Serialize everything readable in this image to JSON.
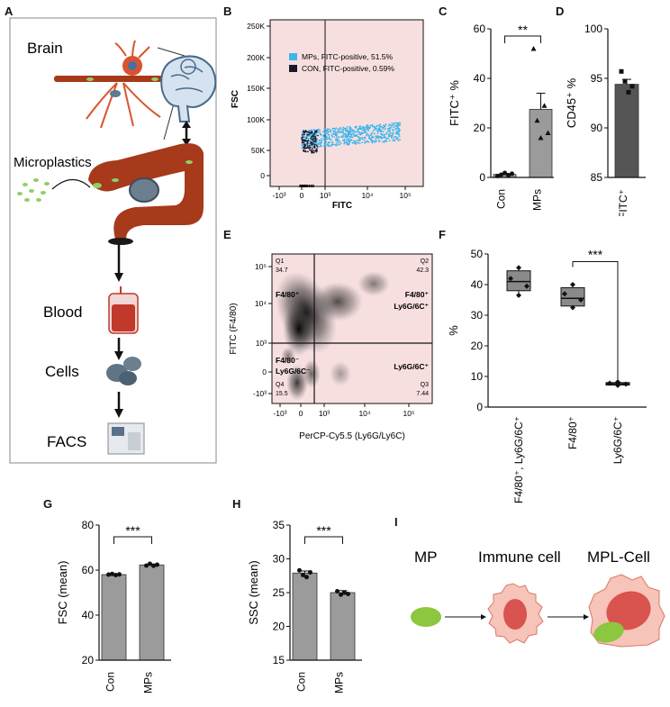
{
  "panel_letters": {
    "a": "A",
    "b": "B",
    "c": "C",
    "d": "D",
    "e": "E",
    "f": "F",
    "g": "G",
    "h": "H",
    "i": "I"
  },
  "panel_a": {
    "labels": {
      "brain": "Brain",
      "microplastics": "Microplastics",
      "blood": "Blood",
      "cells": "Cells",
      "facs": "FACS"
    },
    "colors": {
      "vessel": "#a63a1a",
      "brain": "#cfe0ef",
      "particle": "#8fcf6a",
      "cell": "#6b7f8f",
      "bag": "#c0392b",
      "border": "#888888"
    }
  },
  "panel_b": {
    "ylabel": "FSC",
    "xlabel": "FITC",
    "yticks": [
      "250K",
      "200K",
      "150K",
      "100K",
      "50K",
      "0"
    ],
    "xticks": [
      "-10³",
      "0",
      "10³",
      "10⁴",
      "10⁵"
    ],
    "legend": [
      {
        "text": "MPs, FITC-positive, 51.5%",
        "color": "#3db6ea"
      },
      {
        "text": "CON, FITC-positive, 0.59%",
        "color": "#1a1a2e"
      }
    ],
    "background": "#f7dfe0"
  },
  "chart_data": [
    {
      "id": "C",
      "type": "bar",
      "categories": [
        "Con",
        "MPs"
      ],
      "values": [
        1.2,
        27.5
      ],
      "errors": [
        0.4,
        6.5
      ],
      "points": [
        [
          0.6,
          1.1,
          1.8,
          0.9,
          1.5
        ],
        [
          52,
          23,
          16,
          29,
          18
        ]
      ],
      "ylabel": "FITC⁺ %",
      "ylim": [
        0,
        60
      ],
      "yticks": [
        "60",
        "40",
        "20",
        "0"
      ],
      "significance": "**",
      "bar_color": "#9b9b9b"
    },
    {
      "id": "D",
      "type": "bar",
      "categories": [
        "FITC⁺"
      ],
      "values": [
        94.4
      ],
      "errors": [
        0.5
      ],
      "points": [
        [
          95.7,
          94.7,
          93.6,
          94.2
        ]
      ],
      "ylabel": "CD45⁺ %",
      "ylim": [
        85,
        100
      ],
      "yticks": [
        "100",
        "95",
        "90",
        "85"
      ],
      "bar_color": "#555555"
    },
    {
      "id": "E",
      "type": "scatter",
      "ylabel": "FITC (F4/80)",
      "xlabel": "PerCP-Cy5.5 (Ly6G/Ly6C)",
      "yticks": [
        "10⁵",
        "10⁴",
        "10³",
        "0",
        "-10³"
      ],
      "xticks": [
        "-10³",
        "0",
        "10³",
        "10⁴",
        "10⁵"
      ],
      "quadrants": [
        {
          "id": "Q1",
          "value": "34.7",
          "label_a": "F4/80⁺",
          "label_b": ""
        },
        {
          "id": "Q2",
          "value": "42.3",
          "label_a": "F4/80⁺",
          "label_b": "Ly6G/6C⁺"
        },
        {
          "id": "Q3",
          "value": "7.44",
          "label_a": "Ly6G/6C⁺",
          "label_b": ""
        },
        {
          "id": "Q4",
          "value": "15.5",
          "label_a": "F4/80⁻",
          "label_b": "Ly6G/6C⁻"
        }
      ]
    },
    {
      "id": "F",
      "type": "box",
      "categories": [
        "F4/80⁺, Ly6G/6C⁺",
        "F4/80⁺",
        "Ly6G/6C⁺"
      ],
      "boxes": [
        {
          "min": 36.5,
          "q1": 38,
          "median": 41,
          "q3": 44.5,
          "max": 45.5,
          "points": [
            45.5,
            42,
            39.5,
            36.5
          ]
        },
        {
          "min": 32.5,
          "q1": 33,
          "median": 35.5,
          "q3": 39,
          "max": 40,
          "points": [
            40,
            37,
            35,
            32.5
          ]
        },
        {
          "min": 7,
          "q1": 7.2,
          "median": 7.6,
          "q3": 8,
          "max": 8.2,
          "points": [
            8.2,
            7.8,
            7.5,
            7.1
          ]
        }
      ],
      "ylabel": "%",
      "ylim": [
        0,
        50
      ],
      "yticks": [
        "50",
        "40",
        "30",
        "20",
        "10",
        "0"
      ],
      "significance": "***",
      "box_color": "#8a8a8a"
    },
    {
      "id": "G",
      "type": "bar",
      "categories": [
        "Con",
        "MPs"
      ],
      "values": [
        58,
        62.3
      ],
      "errors": [
        0.3,
        0.4
      ],
      "points": [
        [
          58,
          58.3,
          57.8,
          58.1
        ],
        [
          62,
          62.8,
          61.9,
          62.4
        ]
      ],
      "ylabel": "FSC (mean)",
      "ylim": [
        20,
        80
      ],
      "yticks": [
        "80",
        "60",
        "40",
        "20"
      ],
      "significance": "***",
      "bar_color": "#9b9b9b"
    },
    {
      "id": "H",
      "type": "bar",
      "categories": [
        "Con",
        "MPs"
      ],
      "values": [
        27.9,
        25
      ],
      "errors": [
        0.3,
        0.3
      ],
      "points": [
        [
          28.3,
          27.6,
          27.3,
          28
        ],
        [
          25.2,
          24.7,
          25,
          24.8
        ]
      ],
      "ylabel": "SSC (mean)",
      "ylim": [
        15,
        35
      ],
      "yticks": [
        "35",
        "30",
        "25",
        "20",
        "15"
      ],
      "significance": "***",
      "bar_color": "#9b9b9b"
    }
  ],
  "panel_i": {
    "labels": {
      "mp": "MP",
      "immune": "Immune cell",
      "mpl": "MPL-Cell"
    },
    "colors": {
      "particle": "#8dc63f",
      "cell": "#f6c4b8",
      "nucleus": "#d9534f"
    }
  }
}
